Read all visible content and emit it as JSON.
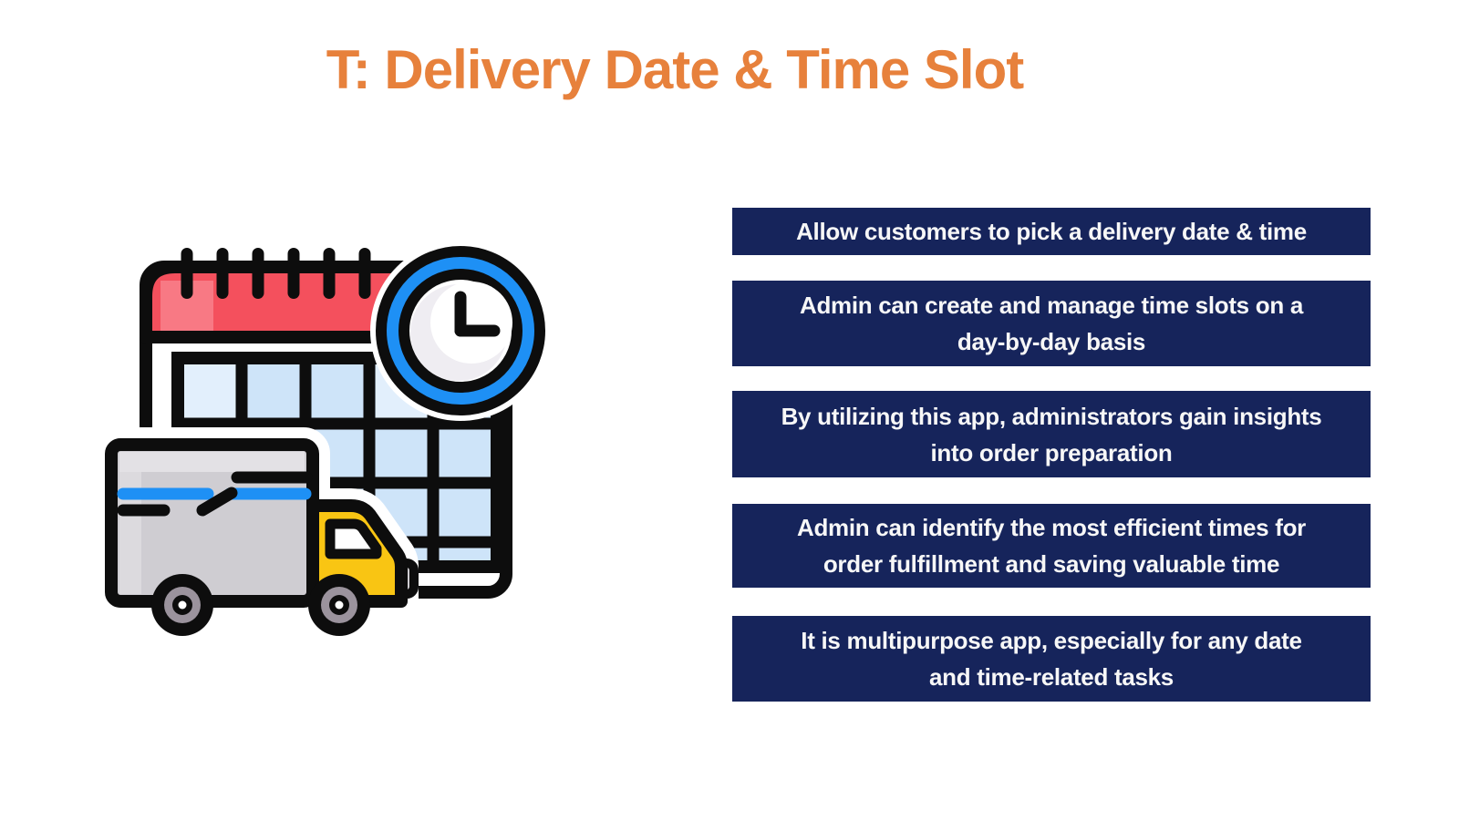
{
  "title": {
    "text": "T: Delivery Date & Time Slot"
  },
  "colors": {
    "accent_orange": "#E7813C",
    "banner_navy": "#16245B",
    "banner_text": "#F7F7F7",
    "clock_blue": "#1E90F5",
    "calendar_red": "#F4505D",
    "cell_blue": "#CEE4F9",
    "truck_grey": "#CFCDD2",
    "cab_yellow": "#F9C513"
  },
  "illustration": {
    "icons": [
      "calendar-icon",
      "clock-icon",
      "delivery-truck-icon"
    ],
    "description": "Calendar with spiral binding, clock and delivery truck"
  },
  "banners": {
    "items": [
      {
        "lines": [
          "Allow customers to pick a delivery date & time"
        ]
      },
      {
        "lines": [
          "Admin can create and manage time slots on a",
          "day-by-day basis"
        ]
      },
      {
        "lines": [
          "By utilizing this app, administrators gain insights",
          "into order preparation"
        ]
      },
      {
        "lines": [
          "Admin can identify the most efficient times for",
          "order fulfillment and saving valuable time"
        ]
      },
      {
        "lines": [
          "It is multipurpose app, especially for any date",
          "and time-related tasks"
        ]
      }
    ]
  }
}
